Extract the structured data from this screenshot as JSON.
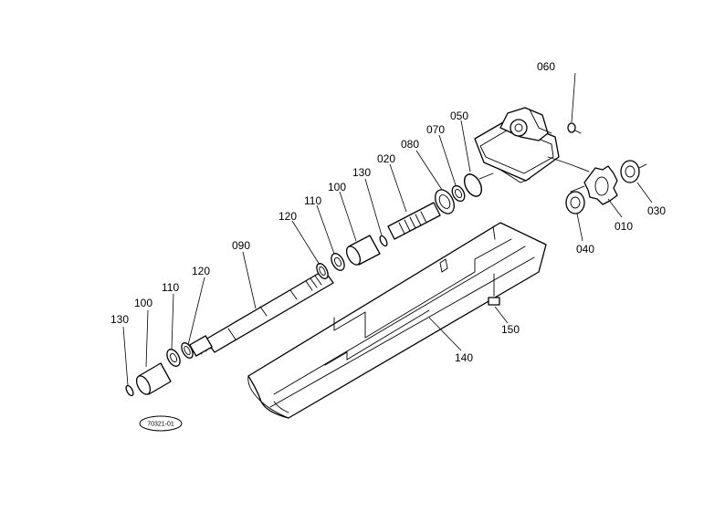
{
  "diagram": {
    "reference_code": "70321-01",
    "parts": [
      {
        "id": "p010",
        "label": "010"
      },
      {
        "id": "p020",
        "label": "020"
      },
      {
        "id": "p030",
        "label": "030"
      },
      {
        "id": "p040",
        "label": "040"
      },
      {
        "id": "p050",
        "label": "050"
      },
      {
        "id": "p060",
        "label": "060"
      },
      {
        "id": "p070",
        "label": "070"
      },
      {
        "id": "p080",
        "label": "080"
      },
      {
        "id": "p090",
        "label": "090"
      },
      {
        "id": "p100a",
        "label": "100"
      },
      {
        "id": "p100b",
        "label": "100"
      },
      {
        "id": "p110a",
        "label": "110"
      },
      {
        "id": "p110b",
        "label": "110"
      },
      {
        "id": "p120a",
        "label": "120"
      },
      {
        "id": "p120b",
        "label": "120"
      },
      {
        "id": "p130a",
        "label": "130"
      },
      {
        "id": "p130b",
        "label": "130"
      },
      {
        "id": "p140",
        "label": "140"
      },
      {
        "id": "p150",
        "label": "150"
      }
    ]
  }
}
